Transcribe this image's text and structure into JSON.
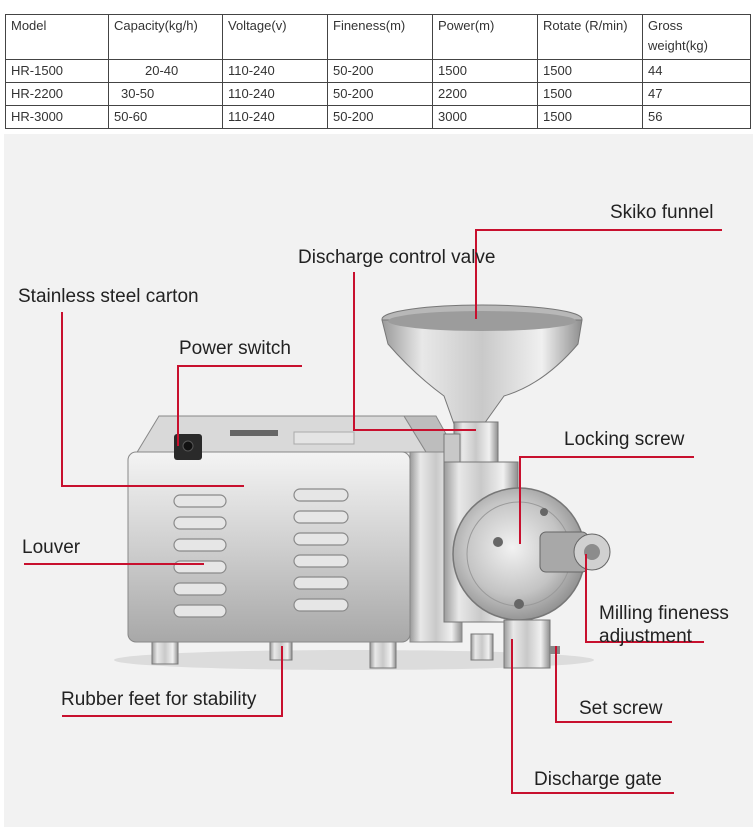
{
  "spec_table": {
    "headers": [
      "Model",
      "Capacity(kg/h)",
      "Voltage(v)",
      "Fineness(m)",
      "Power(m)",
      "Rotate (R/min)",
      "Gross weight(kg)"
    ],
    "rows": [
      [
        "HR-1500",
        "20-40",
        "110-240",
        "50-200",
        "1500",
        "1500",
        "44"
      ],
      [
        "HR-2200",
        "30-50",
        "110-240",
        "50-200",
        "2200",
        "1500",
        "47"
      ],
      [
        "HR-3000",
        "50-60",
        "110-240",
        "50-200",
        "3000",
        "1500",
        "56"
      ]
    ]
  },
  "diagram": {
    "leader_color": "#c8102e",
    "labels": {
      "skiko_funnel": "Skiko funnel",
      "discharge_control_valve": "Discharge control valve",
      "stainless_steel_carton": "Stainless steel carton",
      "power_switch": "Power switch",
      "locking_screw": "Locking screw",
      "louver": "Louver",
      "milling_fineness_line1": "Milling fineness",
      "milling_fineness_line2": "adjustment",
      "rubber_feet": "Rubber feet for stability",
      "set_screw": "Set screw",
      "discharge_gate": "Discharge gate"
    }
  }
}
